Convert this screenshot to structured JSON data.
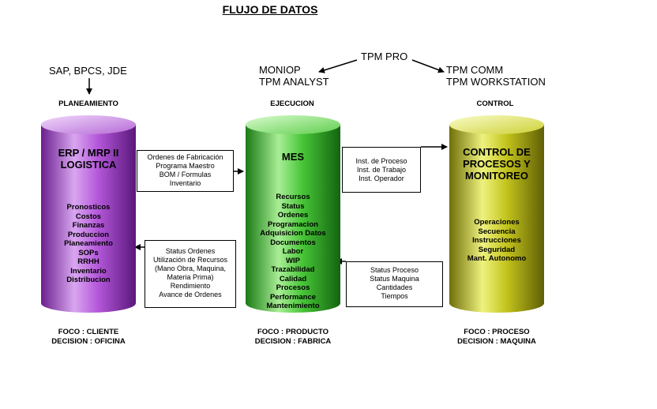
{
  "title": "FLUJO DE DATOS",
  "top": {
    "tpm_pro": "TPM PRO",
    "left_systems": [
      "MONIOP",
      "TPM ANALYST"
    ],
    "right_systems": [
      "TPM COMM",
      "TPM WORKSTATION"
    ],
    "sources": "SAP, BPCS, JDE"
  },
  "columns": [
    {
      "header": "PLANEAMIENTO",
      "title_lines": [
        "ERP / MRP II",
        "LOGISTICA"
      ],
      "items": [
        "Pronosticos",
        "Costos",
        "Finanzas",
        "Produccion",
        "Planeamiento",
        "SOPs",
        "RRHH",
        "Inventario",
        "Distribucion"
      ],
      "foco": "FOCO : CLIENTE",
      "decision": "DECISION : OFICINA",
      "colors": {
        "light": "#e2b8f4",
        "mid": "#b04fd6",
        "dark": "#5e1a80"
      }
    },
    {
      "header": "EJECUCION",
      "title_lines": [
        "MES"
      ],
      "items": [
        "Recursos",
        "Status",
        "Ordenes",
        "Programacion",
        "Adquisicion Datos",
        "Documentos",
        "Labor",
        "WIP",
        "Trazabilidad",
        "Calidad",
        "Procesos",
        "Performance",
        "Mantenimiento"
      ],
      "foco": "FOCO : PRODUCTO",
      "decision": "DECISION : FABRICA",
      "colors": {
        "light": "#b6f2a4",
        "mid": "#3fbf2e",
        "dark": "#166b12"
      }
    },
    {
      "header": "CONTROL",
      "title_lines": [
        "CONTROL DE",
        "PROCESOS Y",
        "MONITOREO"
      ],
      "items": [
        "Operaciones",
        "Secuencia",
        "Instrucciones",
        "Seguridad",
        "Mant. Autonomo"
      ],
      "foco": "FOCO : PROCESO",
      "decision": "DECISION : MAQUINA",
      "colors": {
        "light": "#eef28a",
        "mid": "#c3c21c",
        "dark": "#6a6a06"
      }
    }
  ],
  "boxes": {
    "erp_to_mes": [
      "Ordenes de Fabricación",
      "Programa Maestro",
      "BOM / Formulas",
      "Inventario"
    ],
    "mes_to_control": [
      "Inst. de Proceso",
      "Inst. de Trabajo",
      "Inst. Operador"
    ],
    "mes_to_erp": [
      "Status Ordenes",
      "Utilización de Recursos",
      "(Mano Obra, Maquina,",
      "Materia Prima)",
      "Rendimiento",
      "Avance de Ordenes"
    ],
    "control_to_mes": [
      "Status Proceso",
      "Status Maquina",
      "Cantidades",
      "Tiempos"
    ]
  }
}
